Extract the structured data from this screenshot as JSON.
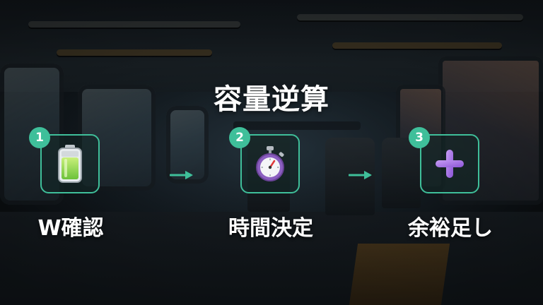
{
  "title": "容量逆算",
  "accent_color": "#3fbf9a",
  "steps": [
    {
      "number": "1",
      "label": "W確認",
      "icon": "battery-icon"
    },
    {
      "number": "2",
      "label": "時間決定",
      "icon": "stopwatch-icon"
    },
    {
      "number": "3",
      "label": "余裕足し",
      "icon": "plus-icon"
    }
  ],
  "arrow_icon": "right-arrow-icon"
}
